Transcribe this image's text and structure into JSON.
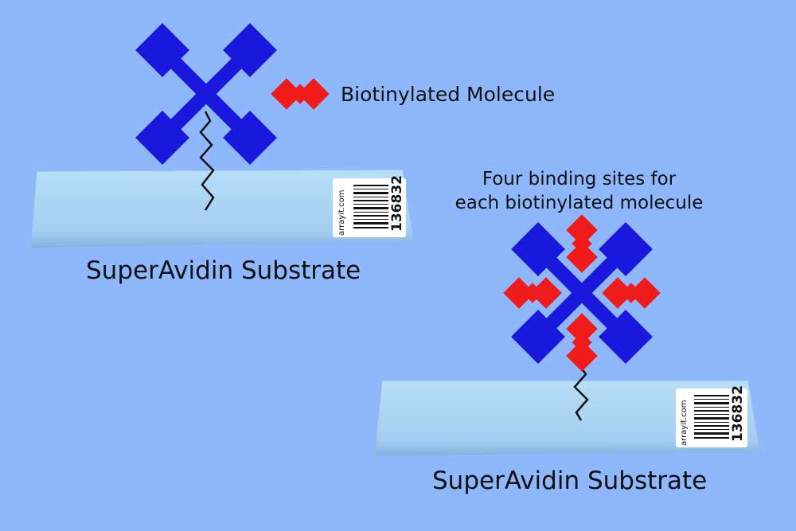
{
  "labels": {
    "biotinylated_molecule": "Biotinylated Molecule",
    "four_sites_line1": "Four binding sites for",
    "four_sites_line2": "each biotinylated molecule",
    "substrate_left": "SuperAvidin Substrate",
    "substrate_right": "SuperAvidin Substrate"
  },
  "slide_label": {
    "brand": "arrayit.com",
    "number": "136832"
  },
  "colors": {
    "background": "#8fb7fb",
    "avidin": "#1a18dc",
    "biotin": "#f01c1c",
    "slide": "#a6d2f2"
  }
}
